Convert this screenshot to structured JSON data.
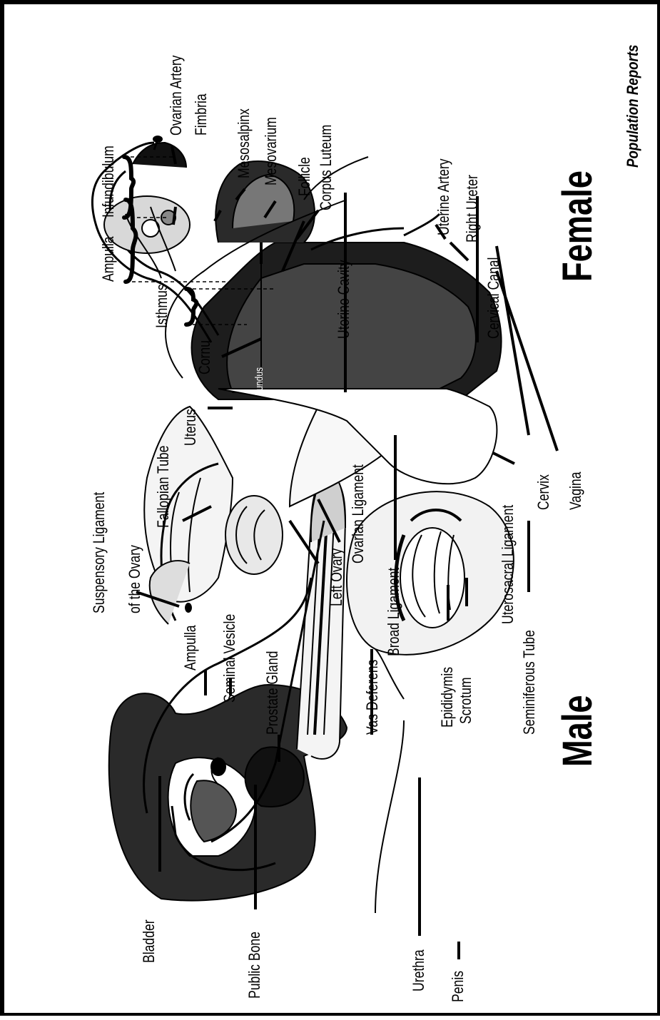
{
  "headings": {
    "male": "Male",
    "female": "Female"
  },
  "credit": "Population Reports",
  "male_labels": {
    "bladder": "Bladder",
    "pubic_bone": "Public Bone",
    "urethra": "Urethra",
    "penis": "Penis",
    "ampulla": "Ampulla",
    "seminal_vesicle": "Seminal Vesicle",
    "prostate_gland": "Prostate Gland",
    "vas_deferens": "Vas Deferens",
    "epididymis": "Epididymis",
    "scrotum": "Scrotum",
    "seminiferous_tube": "Seminiferous Tube"
  },
  "female_labels": {
    "suspensory_ligament_line1": "Suspensory Ligament",
    "suspensory_ligament_line2": "of the Ovary",
    "fallopian_tube": "Fallopian Tube",
    "left_ovary": "Left Ovary",
    "ovarian_ligament": "Ovarian Ligament",
    "broad_ligament": "Broad Ligament",
    "uterosacral_ligament": "Uterosacral Ligament",
    "uterus": "Uterus",
    "fundus": "Fundus",
    "cornu": "Cornu",
    "isthmus": "Isthmus",
    "ampulla": "Ampulla",
    "infundibulum": "Infundibulum",
    "ovarian_artery": "Ovarian Artery",
    "fimbria": "Fimbria",
    "mesosalpinx": "Mesosalpinx",
    "mesovarium": "Mesovarium",
    "follicle": "Follicle",
    "corpus_luteum": "Corpus Luteum",
    "uterine_cavity": "Uterine Cavity",
    "uterine_artery": "Uterine Artery",
    "right_ureter": "Right Ureter",
    "cervical_canal": "Cervical Canal",
    "cervix": "Cervix",
    "vagina": "Vagina"
  }
}
